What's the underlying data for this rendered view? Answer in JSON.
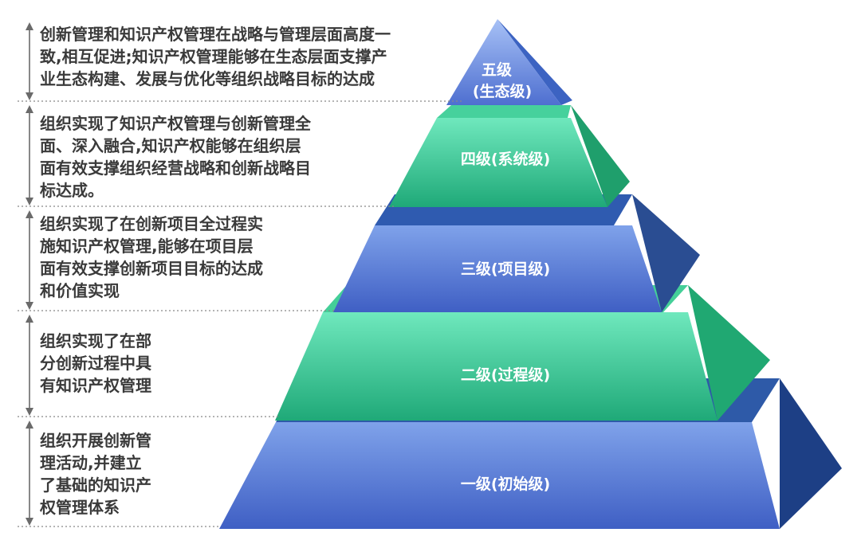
{
  "levels": [
    {
      "label_lines": [
        "五级",
        "(生态级)"
      ],
      "description_lines": [
        "创新管理和知识产权管理在战略与管理层面高度一",
        "致,相互促进;知识产权管理能够在生态层面支撑产",
        "业生态构建、发展与优化等组织战略目标的达成"
      ],
      "color": "#5b7fd6"
    },
    {
      "label_lines": [
        "四级(系统级)"
      ],
      "description_lines": [
        "组织实现了知识产权管理与创新管理全",
        "面、深入融合,知识产权能够在组织层",
        "面有效支撑组织经营战略和创新战略目",
        "标达成。"
      ],
      "color": "#3ec89a"
    },
    {
      "label_lines": [
        "三级(项目级)"
      ],
      "description_lines": [
        "组织实现了在创新项目全过程实",
        "施知识产权管理,能够在项目层",
        "面有效支撑创新项目目标的达成",
        "和价值实现"
      ],
      "color": "#5b7fd6"
    },
    {
      "label_lines": [
        "二级(过程级)"
      ],
      "description_lines": [
        "组织实现了在部",
        "分创新过程中具",
        "有知识产权管理"
      ],
      "color": "#3ec89a"
    },
    {
      "label_lines": [
        "一级(初始级)"
      ],
      "description_lines": [
        "组织开展创新管",
        "理活动,并建立",
        "了基础的知识产",
        "权管理体系"
      ],
      "color": "#5b7fd6"
    }
  ]
}
